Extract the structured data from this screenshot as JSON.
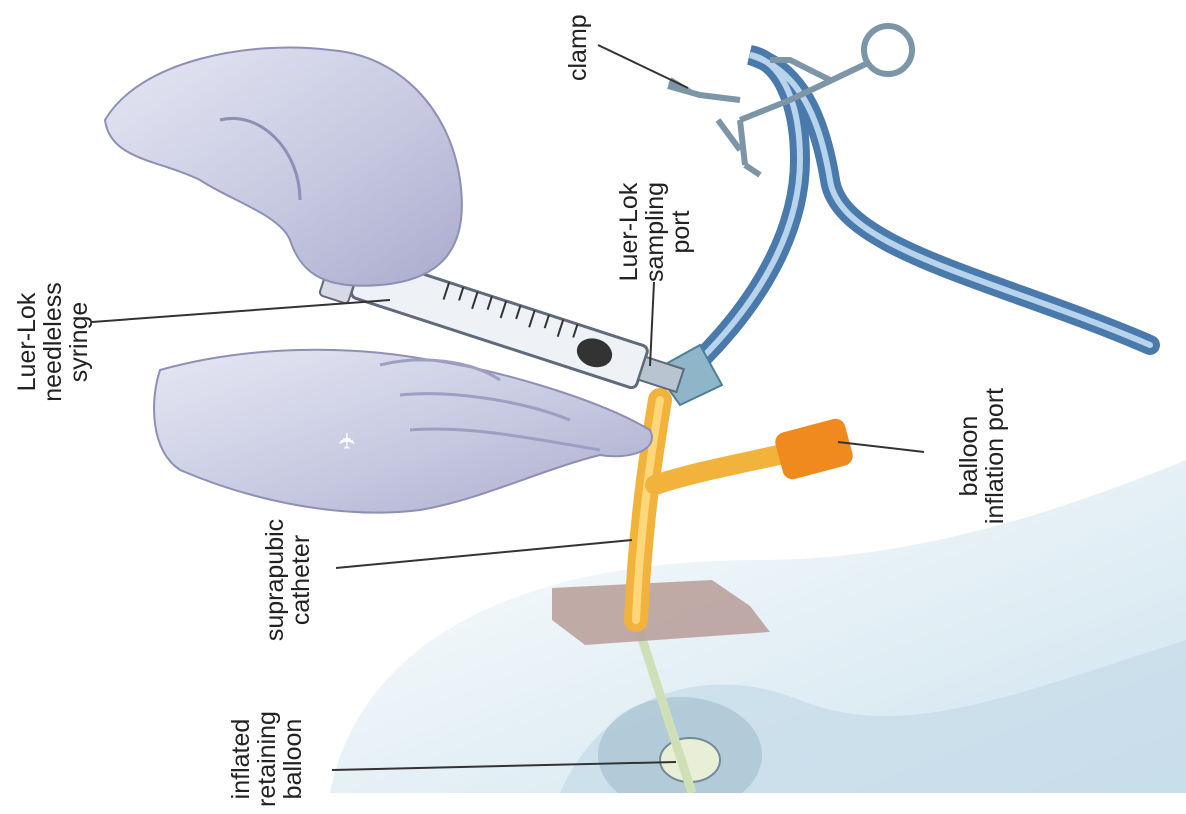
{
  "labels": {
    "clamp": "clamp",
    "sampling_port": "Luer-Lok\nsampling\nport",
    "syringe": "Luer-Lok\nneedleless\nsyringe",
    "balloon_port": "balloon\ninflation port",
    "catheter": "suprapubic\ncatheter",
    "retaining_balloon": "inflated\nretaining\nballoon"
  },
  "colors": {
    "catheter": "#f2b33c",
    "balloon_cap": "#f08a1e",
    "tubing": "#5a86b8",
    "glove": "#c9cbe3",
    "skin": "#dcecf3",
    "dressing": "#b79c98",
    "clamp_metal": "#7c96a8"
  }
}
